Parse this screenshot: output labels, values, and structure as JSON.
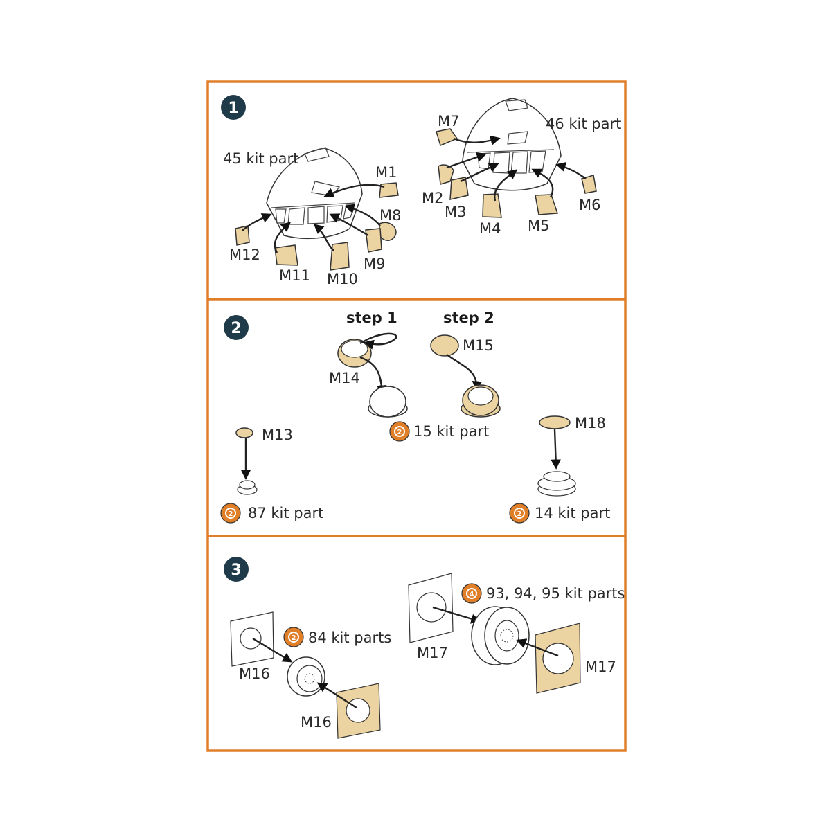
{
  "colors": {
    "frame": "#e07f28",
    "badge": "#1f3a48",
    "mask": "#ecd3a2",
    "kit_icon": "#e07f28"
  },
  "icons": {
    "kit_part": "orange-circle-kit-icon",
    "arrow": "black-curved-arrow"
  },
  "sections": [
    {
      "number": "1",
      "labels": {
        "kit45": "45 kit part",
        "kit46": "46 kit part",
        "m1": "M1",
        "m2": "M2",
        "m3": "M3",
        "m4": "M4",
        "m5": "M5",
        "m6": "M6",
        "m7": "M7",
        "m8": "M8",
        "m9": "M9",
        "m10": "M10",
        "m11": "M11",
        "m12": "M12"
      }
    },
    {
      "number": "2",
      "labels": {
        "step1": "step 1",
        "step2": "step 2",
        "m13": "M13",
        "m14": "M14",
        "m15": "M15",
        "m18": "M18",
        "kit15": "15 kit part",
        "kit87": "87 kit part",
        "kit14": "14 kit part"
      },
      "kit_icon_digits": [
        "2",
        "2",
        "2"
      ]
    },
    {
      "number": "3",
      "labels": {
        "m16a": "M16",
        "m16b": "M16",
        "m17a": "M17",
        "m17b": "M17",
        "kit84": "84 kit parts",
        "kit9395": "93, 94, 95 kit parts"
      },
      "kit_icon_digits": [
        "2",
        "4"
      ]
    }
  ]
}
